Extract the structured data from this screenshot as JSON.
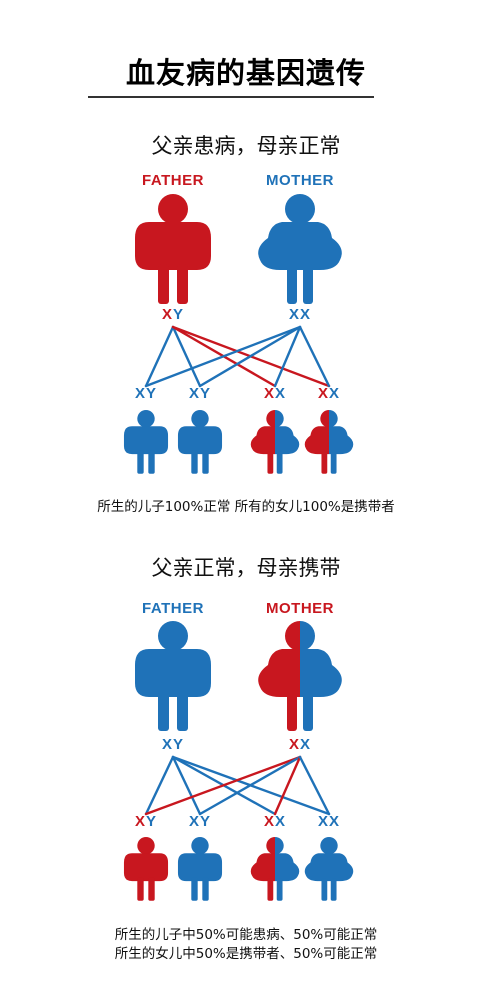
{
  "title": "血友病的基因遗传",
  "colors": {
    "affected": "#C8171F",
    "normal": "#1F72B8"
  },
  "scenarios": [
    {
      "title": "父亲患病，母亲正常",
      "father": {
        "label": "FATHER",
        "status": "affected",
        "genotype": [
          {
            "t": "X",
            "s": "affected"
          },
          {
            "t": "Y",
            "s": "normal"
          }
        ]
      },
      "mother": {
        "label": "MOTHER",
        "status": "normal",
        "genotype": [
          {
            "t": "X",
            "s": "normal"
          },
          {
            "t": "X",
            "s": "normal"
          }
        ]
      },
      "children": [
        {
          "sex": "male",
          "status": "normal",
          "genotype": [
            {
              "t": "X",
              "s": "normal"
            },
            {
              "t": "Y",
              "s": "normal"
            }
          ]
        },
        {
          "sex": "male",
          "status": "normal",
          "genotype": [
            {
              "t": "X",
              "s": "normal"
            },
            {
              "t": "Y",
              "s": "normal"
            }
          ]
        },
        {
          "sex": "female",
          "status": "carrier",
          "genotype": [
            {
              "t": "X",
              "s": "affected"
            },
            {
              "t": "X",
              "s": "normal"
            }
          ]
        },
        {
          "sex": "female",
          "status": "carrier",
          "genotype": [
            {
              "t": "X",
              "s": "affected"
            },
            {
              "t": "X",
              "s": "normal"
            }
          ]
        }
      ],
      "links": [
        {
          "from": "father",
          "to": 0,
          "color": "normal"
        },
        {
          "from": "father",
          "to": 1,
          "color": "normal"
        },
        {
          "from": "father",
          "to": 2,
          "color": "affected"
        },
        {
          "from": "father",
          "to": 3,
          "color": "affected"
        },
        {
          "from": "mother",
          "to": 0,
          "color": "normal"
        },
        {
          "from": "mother",
          "to": 1,
          "color": "normal"
        },
        {
          "from": "mother",
          "to": 2,
          "color": "normal"
        },
        {
          "from": "mother",
          "to": 3,
          "color": "normal"
        }
      ],
      "caption": [
        "所生的儿子100%正常 所有的女儿100%是携带者"
      ]
    },
    {
      "title": "父亲正常，母亲携带",
      "father": {
        "label": "FATHER",
        "status": "normal",
        "genotype": [
          {
            "t": "X",
            "s": "normal"
          },
          {
            "t": "Y",
            "s": "normal"
          }
        ]
      },
      "mother": {
        "label": "MOTHER",
        "status": "carrier",
        "genotype": [
          {
            "t": "X",
            "s": "affected"
          },
          {
            "t": "X",
            "s": "normal"
          }
        ]
      },
      "children": [
        {
          "sex": "male",
          "status": "affected",
          "genotype": [
            {
              "t": "X",
              "s": "affected"
            },
            {
              "t": "Y",
              "s": "normal"
            }
          ]
        },
        {
          "sex": "male",
          "status": "normal",
          "genotype": [
            {
              "t": "X",
              "s": "normal"
            },
            {
              "t": "Y",
              "s": "normal"
            }
          ]
        },
        {
          "sex": "female",
          "status": "carrier",
          "genotype": [
            {
              "t": "X",
              "s": "affected"
            },
            {
              "t": "X",
              "s": "normal"
            }
          ]
        },
        {
          "sex": "female",
          "status": "normal",
          "genotype": [
            {
              "t": "X",
              "s": "normal"
            },
            {
              "t": "X",
              "s": "normal"
            }
          ]
        }
      ],
      "links": [
        {
          "from": "father",
          "to": 0,
          "color": "normal"
        },
        {
          "from": "father",
          "to": 1,
          "color": "normal"
        },
        {
          "from": "father",
          "to": 2,
          "color": "normal"
        },
        {
          "from": "father",
          "to": 3,
          "color": "normal"
        },
        {
          "from": "mother",
          "to": 0,
          "color": "affected"
        },
        {
          "from": "mother",
          "to": 1,
          "color": "normal"
        },
        {
          "from": "mother",
          "to": 2,
          "color": "affected"
        },
        {
          "from": "mother",
          "to": 3,
          "color": "normal"
        }
      ],
      "caption": [
        "所生的儿子中50%可能患病、50%可能正常",
        "所生的女儿中50%是携带者、50%可能正常"
      ]
    }
  ]
}
